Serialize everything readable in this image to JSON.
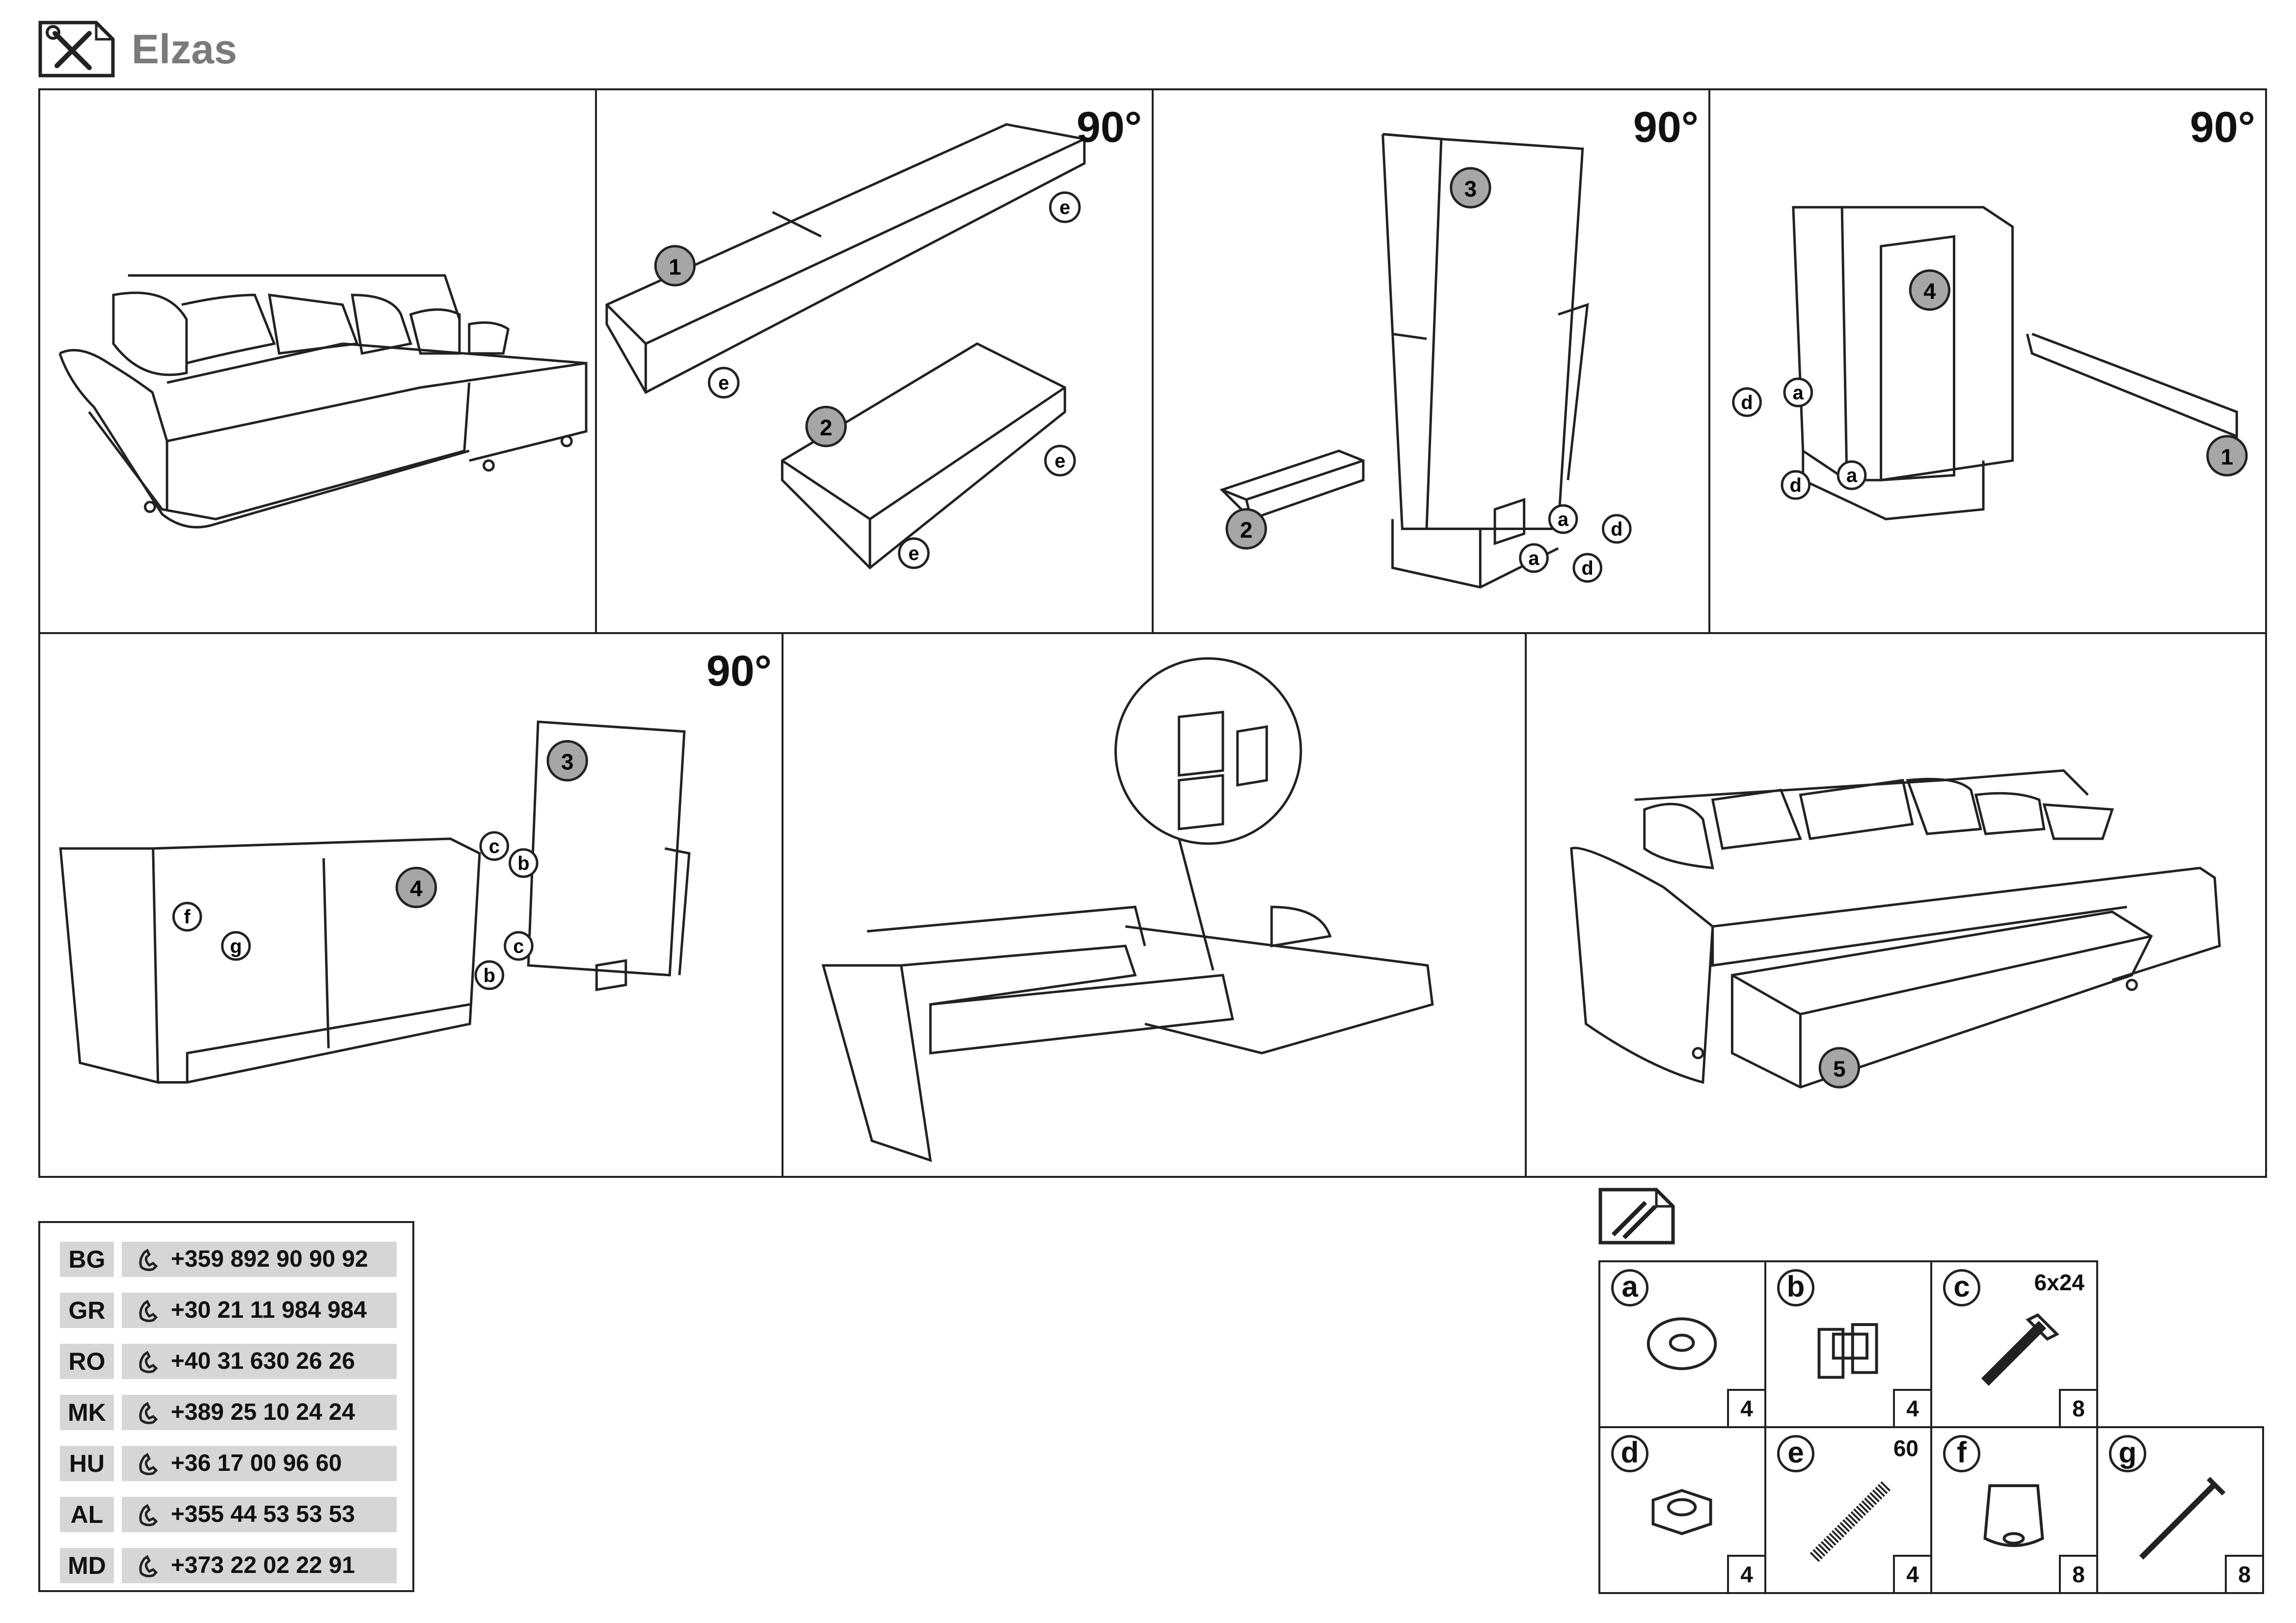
{
  "header": {
    "title": "Elzas",
    "icon": "tools-icon"
  },
  "steps": [
    {
      "rotate_label": ""
    },
    {
      "rotate_label": "90°"
    },
    {
      "rotate_label": "90°"
    },
    {
      "rotate_label": "90°"
    },
    {
      "rotate_label": "90°"
    },
    {
      "rotate_label": ""
    },
    {
      "rotate_label": ""
    }
  ],
  "panel_labels": {
    "p2": {
      "n1": "1",
      "n2": "2",
      "e1": "e",
      "e2": "e",
      "e3": "e",
      "e4": "e"
    },
    "p3": {
      "n3": "3",
      "n2": "2",
      "a1": "a",
      "a2": "a",
      "d1": "d",
      "d2": "d"
    },
    "p4": {
      "n4": "4",
      "n1": "1",
      "a1": "a",
      "a2": "a",
      "d1": "d",
      "d2": "d"
    },
    "p5": {
      "n3": "3",
      "n4": "4",
      "c1": "c",
      "c2": "c",
      "b1": "b",
      "b2": "b",
      "f": "f",
      "g": "g"
    },
    "p7": {
      "n5": "5"
    }
  },
  "contacts": [
    {
      "code": "BG",
      "phone": "+359 892 90 90 92"
    },
    {
      "code": "GR",
      "phone": "+30 21 11 984 984"
    },
    {
      "code": "RO",
      "phone": "+40 31 630 26 26"
    },
    {
      "code": "MK",
      "phone": "+389 25 10 24 24"
    },
    {
      "code": "HU",
      "phone": "+36 17 00 96 60"
    },
    {
      "code": "AL",
      "phone": "+355 44 53 53 53"
    },
    {
      "code": "MD",
      "phone": "+373 22 02 22 91"
    }
  ],
  "parts": [
    {
      "letter": "a",
      "qty": "4",
      "spec": "",
      "icon": "washer-icon"
    },
    {
      "letter": "b",
      "qty": "4",
      "spec": "",
      "icon": "hinge-bracket-icon"
    },
    {
      "letter": "c",
      "qty": "8",
      "spec": "6x24",
      "icon": "bolt-icon"
    },
    {
      "letter": "d",
      "qty": "4",
      "spec": "",
      "icon": "hex-nut-icon"
    },
    {
      "letter": "e",
      "qty": "4",
      "spec": "60",
      "icon": "threaded-rod-icon"
    },
    {
      "letter": "f",
      "qty": "8",
      "spec": "",
      "icon": "foot-glide-icon"
    },
    {
      "letter": "g",
      "qty": "8",
      "spec": "",
      "icon": "wood-screw-icon"
    }
  ],
  "colors": {
    "line": "#222222",
    "badge": "#a6a6a6",
    "contact_bg": "#d6d6d6",
    "title": "#7a7a7a"
  }
}
